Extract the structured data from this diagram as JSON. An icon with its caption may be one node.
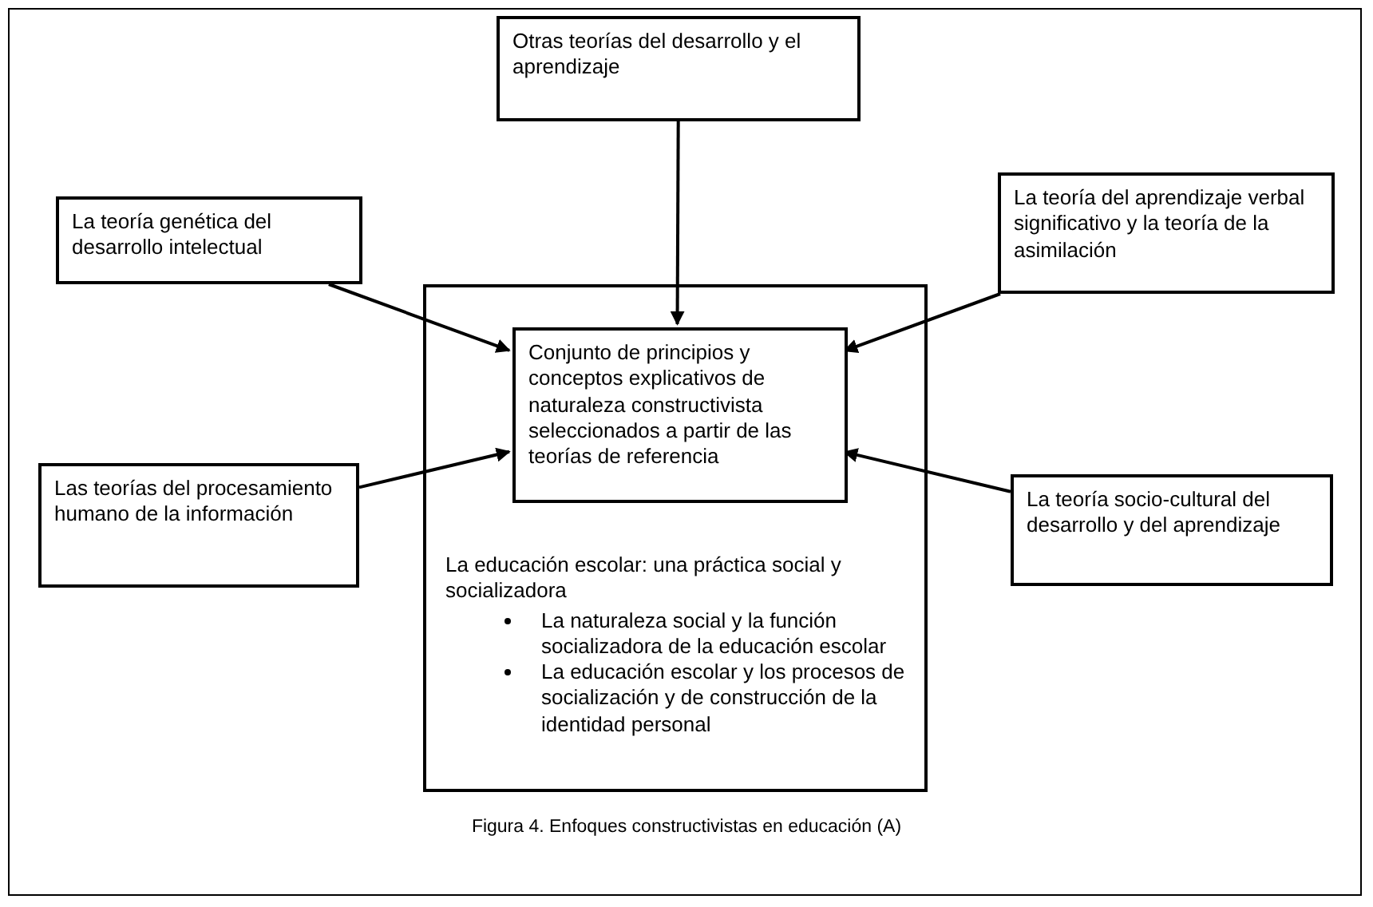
{
  "diagram": {
    "caption": "Figura 4. Enfoques constructivistas en educación (A)",
    "nodes": [
      {
        "text": [
          "Otras teorías del desarrollo y el aprendizaje"
        ]
      },
      {
        "text": [
          "La teoría genética del desarrollo intelectual"
        ]
      },
      {
        "text": [
          "La teoría del aprendizaje verbal significativo y la teoría de la asimilación"
        ]
      },
      {
        "text": [
          "La educación escolar: una práctica social y socializadora",
          "La naturaleza social y la función socializadora de la educación escolar",
          "La educación escolar y los procesos de socialización y de construcción de la identidad personal"
        ]
      },
      {
        "text": [
          "Conjunto de principios y conceptos explicativos de naturaleza constructivista seleccionados a partir de las teorías de referencia"
        ],
        "in": 3
      },
      {
        "text": [
          "Las teorías del procesamiento humano de la información"
        ]
      },
      {
        "text": [
          "La teoría socio-cultural del desarrollo y del aprendizaje"
        ]
      }
    ],
    "edges": [
      {
        "from": 0,
        "to": 4,
        "arrow": "to"
      },
      {
        "from": 1,
        "to": 4,
        "arrow": "to"
      },
      {
        "from": 2,
        "to": 4,
        "arrow": "to"
      },
      {
        "from": 5,
        "to": 4,
        "arrow": "to"
      },
      {
        "from": 6,
        "to": 4,
        "arrow": "to"
      }
    ]
  }
}
